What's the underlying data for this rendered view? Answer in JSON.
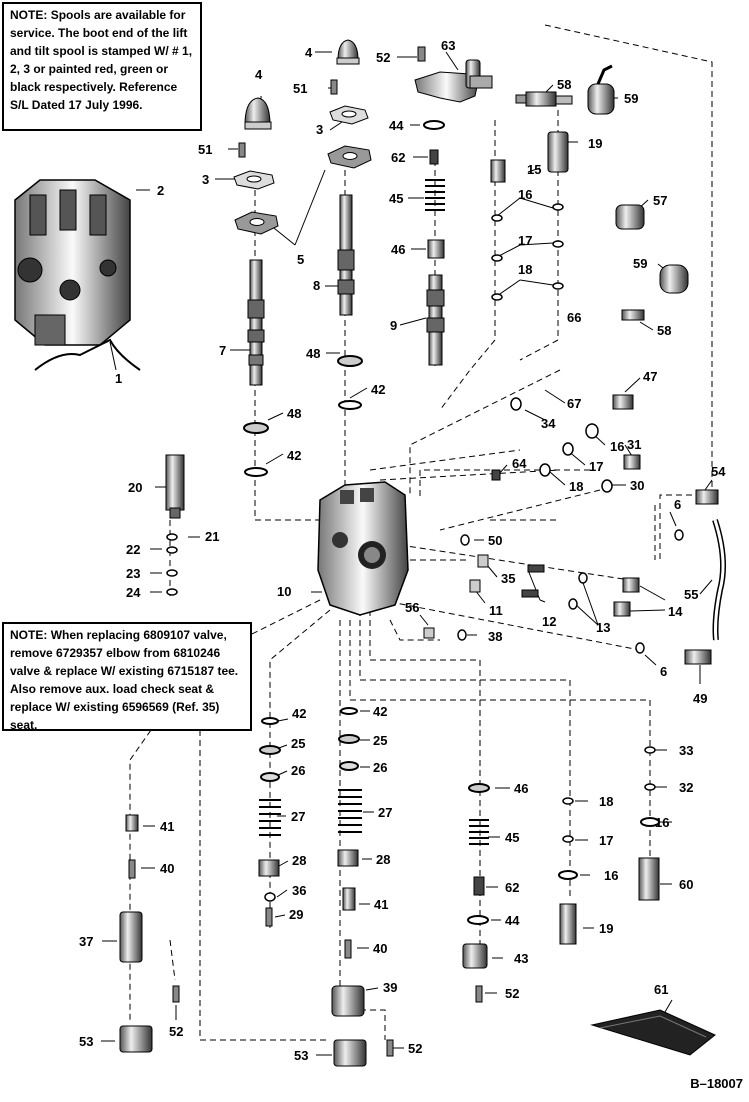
{
  "notes": {
    "spools": {
      "label": "NOTE:",
      "text": "Spools are available for service. The boot end of the lift and tilt spool is stamped W/ # 1, 2, 3 or painted red, green or black respectively. Reference S/L Dated 17 July 1996."
    },
    "replace": {
      "label": "NOTE:",
      "text": "When replacing 6809107 valve, remove 6729357 elbow from 6810246 valve & replace W/ existing 6715187 tee. Also remove aux. load check seat & replace W/ existing 6596569 (Ref. 35) seat."
    }
  },
  "diagram_id": "B–18007",
  "callouts": {
    "c1": "1",
    "c2": "2",
    "c3a": "3",
    "c3b": "3",
    "c4a": "4",
    "c4b": "4",
    "c5": "5",
    "c6a": "6",
    "c6b": "6",
    "c7": "7",
    "c8": "8",
    "c9": "9",
    "c10": "10",
    "c11": "11",
    "c12": "12",
    "c13": "13",
    "c14": "14",
    "c15": "15",
    "c16a": "16",
    "c16b": "16",
    "c16c": "16",
    "c16d": "16",
    "c17a": "17",
    "c17b": "17",
    "c17c": "17",
    "c18a": "18",
    "c18b": "18",
    "c18c": "18",
    "c19a": "19",
    "c19b": "19",
    "c20": "20",
    "c21": "21",
    "c22": "22",
    "c23": "23",
    "c24": "24",
    "c25a": "25",
    "c25b": "25",
    "c26a": "26",
    "c26b": "26",
    "c27a": "27",
    "c27b": "27",
    "c28a": "28",
    "c28b": "28",
    "c29": "29",
    "c30": "30",
    "c31": "31",
    "c32": "32",
    "c33": "33",
    "c34": "34",
    "c35": "35",
    "c36": "36",
    "c37": "37",
    "c38": "38",
    "c39": "39",
    "c40a": "40",
    "c40b": "40",
    "c41a": "41",
    "c41b": "41",
    "c42a": "42",
    "c42b": "42",
    "c42c": "42",
    "c42d": "42",
    "c44a": "44",
    "c44b": "44",
    "c45a": "45",
    "c45b": "45",
    "c46a": "46",
    "c46b": "46",
    "c47": "47",
    "c48a": "48",
    "c48b": "48",
    "c49": "49",
    "c50": "50",
    "c51a": "51",
    "c51b": "51",
    "c52a": "52",
    "c52b": "52",
    "c52c": "52",
    "c52d": "52",
    "c53a": "53",
    "c53b": "53",
    "c54": "54",
    "c55": "55",
    "c56": "56",
    "c57": "57",
    "c58a": "58",
    "c58b": "58",
    "c59a": "59",
    "c59b": "59",
    "c60": "60",
    "c61": "61",
    "c62a": "62",
    "c62b": "62",
    "c63": "63",
    "c64": "64",
    "c66": "66",
    "c67": "67",
    "c43": "43"
  }
}
